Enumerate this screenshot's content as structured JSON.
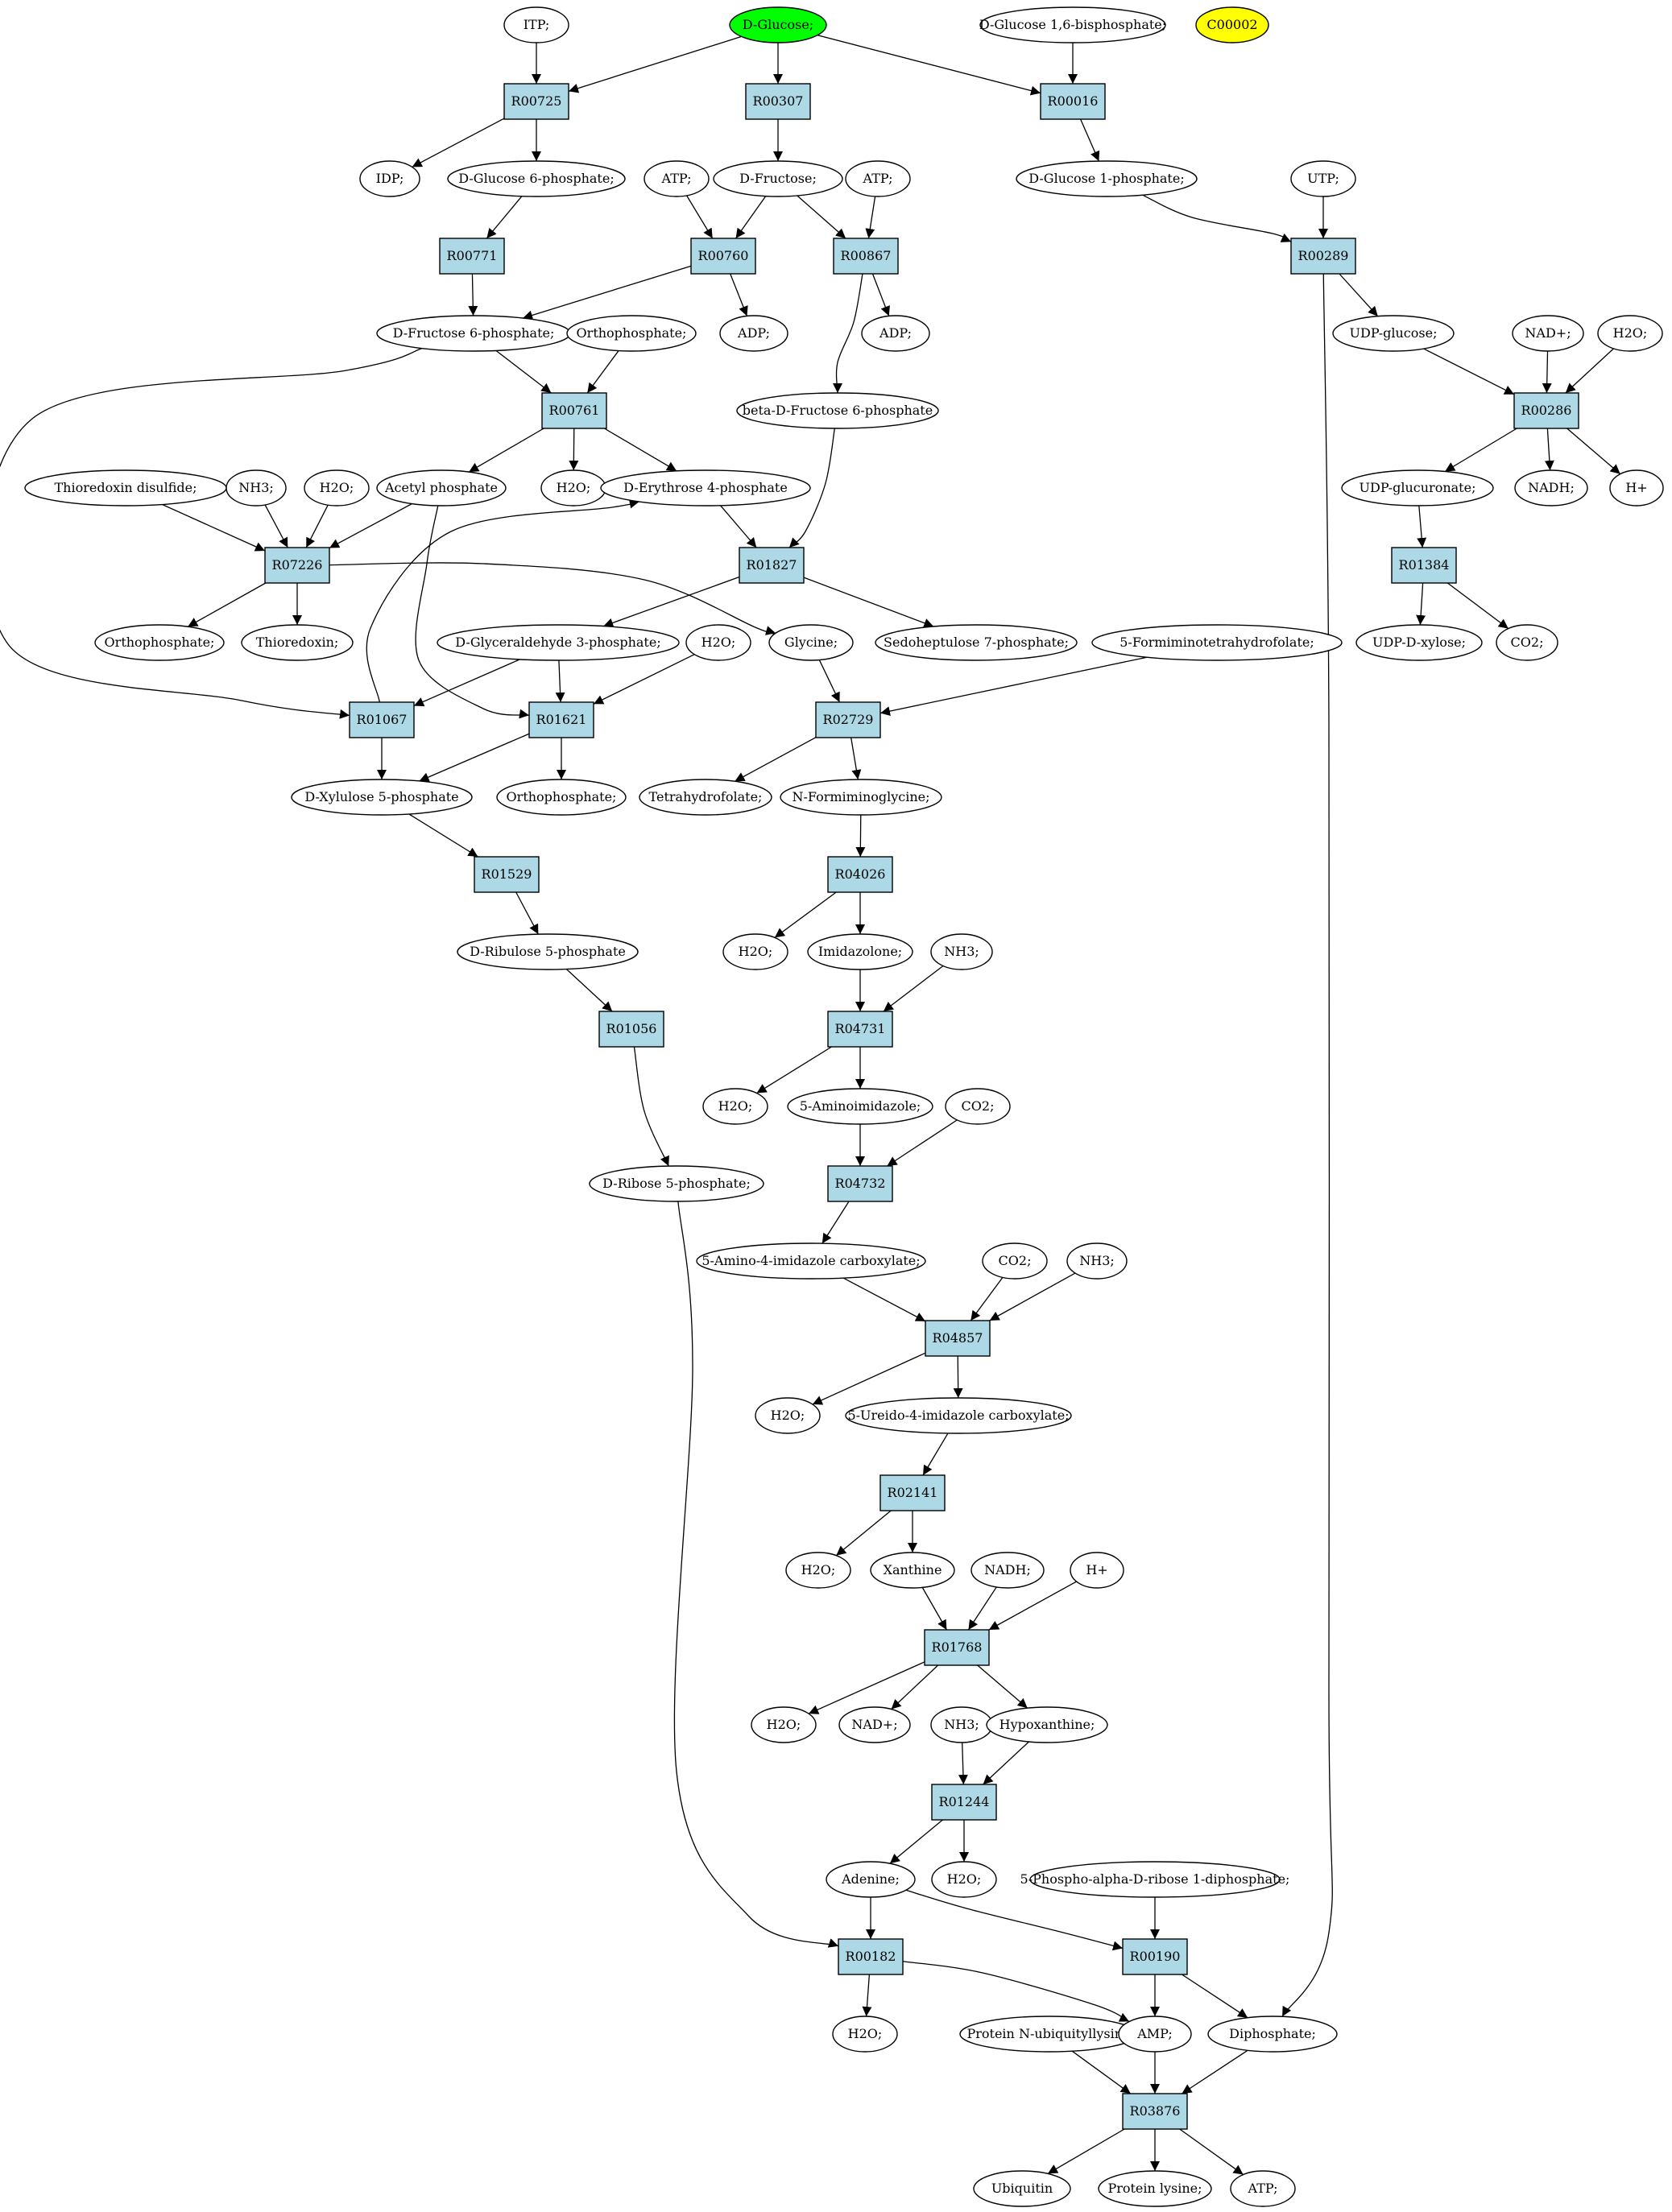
{
  "colors": {
    "reaction_fill": "#add8e6",
    "metabolite_fill": "#ffffff",
    "highlight_start": "#00ff00",
    "highlight_target": "#ffff00"
  },
  "reactions": [
    {
      "id": "r00725",
      "label": "R00725"
    },
    {
      "id": "r00307",
      "label": "R00307"
    },
    {
      "id": "r00016",
      "label": "R00016"
    },
    {
      "id": "r00771",
      "label": "R00771"
    },
    {
      "id": "r00760",
      "label": "R00760"
    },
    {
      "id": "r00867",
      "label": "R00867"
    },
    {
      "id": "r00289",
      "label": "R00289"
    },
    {
      "id": "r00761",
      "label": "R00761"
    },
    {
      "id": "r00286",
      "label": "R00286"
    },
    {
      "id": "r07226",
      "label": "R07226"
    },
    {
      "id": "r01827",
      "label": "R01827"
    },
    {
      "id": "r01384",
      "label": "R01384"
    },
    {
      "id": "r01067",
      "label": "R01067"
    },
    {
      "id": "r01621",
      "label": "R01621"
    },
    {
      "id": "r02729",
      "label": "R02729"
    },
    {
      "id": "r01529",
      "label": "R01529"
    },
    {
      "id": "r04026",
      "label": "R04026"
    },
    {
      "id": "r01056",
      "label": "R01056"
    },
    {
      "id": "r04731",
      "label": "R04731"
    },
    {
      "id": "r04732",
      "label": "R04732"
    },
    {
      "id": "r04857",
      "label": "R04857"
    },
    {
      "id": "r02141",
      "label": "R02141"
    },
    {
      "id": "r01768",
      "label": "R01768"
    },
    {
      "id": "r01244",
      "label": "R01244"
    },
    {
      "id": "r00182",
      "label": "R00182"
    },
    {
      "id": "r00190",
      "label": "R00190"
    },
    {
      "id": "r03876",
      "label": "R03876"
    }
  ],
  "metabolites": [
    {
      "id": "itp",
      "label": "ITP;"
    },
    {
      "id": "dglucose",
      "label": "D-Glucose;",
      "highlight": "start"
    },
    {
      "id": "dglc16bp",
      "label": "D-Glucose 1,6-bisphosphate;"
    },
    {
      "id": "c00002",
      "label": "C00002",
      "highlight": "target"
    },
    {
      "id": "idp",
      "label": "IDP;"
    },
    {
      "id": "dglc6p",
      "label": "D-Glucose 6-phosphate;"
    },
    {
      "id": "atp1",
      "label": "ATP;"
    },
    {
      "id": "dfructose",
      "label": "D-Fructose;"
    },
    {
      "id": "atp2",
      "label": "ATP;"
    },
    {
      "id": "dglc1p",
      "label": "D-Glucose 1-phosphate;"
    },
    {
      "id": "utp",
      "label": "UTP;"
    },
    {
      "id": "dfru6p",
      "label": "D-Fructose 6-phosphate;"
    },
    {
      "id": "ortho1",
      "label": "Orthophosphate;"
    },
    {
      "id": "adp1",
      "label": "ADP;"
    },
    {
      "id": "adp2",
      "label": "ADP;"
    },
    {
      "id": "udpglucose",
      "label": "UDP-glucose;"
    },
    {
      "id": "nadp1",
      "label": "NAD+;"
    },
    {
      "id": "h2o1",
      "label": "H2O;"
    },
    {
      "id": "betafru6p",
      "label": "beta-D-Fructose 6-phosphate"
    },
    {
      "id": "trxdis",
      "label": "Thioredoxin disulfide;"
    },
    {
      "id": "nh3a",
      "label": "NH3;"
    },
    {
      "id": "h2o2",
      "label": "H2O;"
    },
    {
      "id": "acetylp",
      "label": "Acetyl phosphate"
    },
    {
      "id": "h2o3",
      "label": "H2O;"
    },
    {
      "id": "e4p",
      "label": "D-Erythrose 4-phosphate"
    },
    {
      "id": "udpglcur",
      "label": "UDP-glucuronate;"
    },
    {
      "id": "nadh1",
      "label": "NADH;"
    },
    {
      "id": "hplus1",
      "label": "H+"
    },
    {
      "id": "ortho2",
      "label": "Orthophosphate;"
    },
    {
      "id": "trx",
      "label": "Thioredoxin;"
    },
    {
      "id": "g3p",
      "label": "D-Glyceraldehyde 3-phosphate;"
    },
    {
      "id": "h2o4",
      "label": "H2O;"
    },
    {
      "id": "glycine",
      "label": "Glycine;"
    },
    {
      "id": "s7p",
      "label": "Sedoheptulose 7-phosphate;"
    },
    {
      "id": "fthf",
      "label": "5-Formiminotetrahydrofolate;"
    },
    {
      "id": "udpxyl",
      "label": "UDP-D-xylose;"
    },
    {
      "id": "co2a",
      "label": "CO2;"
    },
    {
      "id": "x5p",
      "label": "D-Xylulose 5-phosphate"
    },
    {
      "id": "ortho3",
      "label": "Orthophosphate;"
    },
    {
      "id": "thf",
      "label": "Tetrahydrofolate;"
    },
    {
      "id": "nfgly",
      "label": "N-Formiminoglycine;"
    },
    {
      "id": "ru5p",
      "label": "D-Ribulose 5-phosphate"
    },
    {
      "id": "h2o5",
      "label": "H2O;"
    },
    {
      "id": "imidazolone",
      "label": "Imidazolone;"
    },
    {
      "id": "nh3b",
      "label": "NH3;"
    },
    {
      "id": "h2o6",
      "label": "H2O;"
    },
    {
      "id": "aminoimid",
      "label": "5-Aminoimidazole;"
    },
    {
      "id": "co2b",
      "label": "CO2;"
    },
    {
      "id": "r5p",
      "label": "D-Ribose 5-phosphate;"
    },
    {
      "id": "aicarb",
      "label": "5-Amino-4-imidazole carboxylate;"
    },
    {
      "id": "co2c",
      "label": "CO2;"
    },
    {
      "id": "nh3c",
      "label": "NH3;"
    },
    {
      "id": "h2o7",
      "label": "H2O;"
    },
    {
      "id": "uicarb",
      "label": "5-Ureido-4-imidazole carboxylate;"
    },
    {
      "id": "h2o8",
      "label": "H2O;"
    },
    {
      "id": "xanthine",
      "label": "Xanthine"
    },
    {
      "id": "nadh2",
      "label": "NADH;"
    },
    {
      "id": "hplus2",
      "label": "H+"
    },
    {
      "id": "h2o9",
      "label": "H2O;"
    },
    {
      "id": "nadp2",
      "label": "NAD+;"
    },
    {
      "id": "nh3d",
      "label": "NH3;"
    },
    {
      "id": "hypox",
      "label": "Hypoxanthine;"
    },
    {
      "id": "adenine",
      "label": "Adenine;"
    },
    {
      "id": "h2o10",
      "label": "H2O;"
    },
    {
      "id": "prpp",
      "label": "5-Phospho-alpha-D-ribose 1-diphosphate;"
    },
    {
      "id": "h2o11",
      "label": "H2O;"
    },
    {
      "id": "protubi",
      "label": "Protein N-ubiquityllysine"
    },
    {
      "id": "amp",
      "label": "AMP;"
    },
    {
      "id": "diphos",
      "label": "Diphosphate;"
    },
    {
      "id": "ubiquitin",
      "label": "Ubiquitin"
    },
    {
      "id": "protlys",
      "label": "Protein lysine;"
    },
    {
      "id": "atp3",
      "label": "ATP;"
    }
  ],
  "edges": [
    {
      "from": "itp",
      "to": "r00725"
    },
    {
      "from": "dglucose",
      "to": "r00725"
    },
    {
      "from": "dglucose",
      "to": "r00307"
    },
    {
      "from": "dglucose",
      "to": "r00016"
    },
    {
      "from": "dglc16bp",
      "to": "r00016"
    },
    {
      "from": "r00725",
      "to": "idp"
    },
    {
      "from": "r00725",
      "to": "dglc6p"
    },
    {
      "from": "r00307",
      "to": "dfructose"
    },
    {
      "from": "r00016",
      "to": "dglc1p"
    },
    {
      "from": "dglc6p",
      "to": "r00771"
    },
    {
      "from": "atp1",
      "to": "r00760"
    },
    {
      "from": "dfructose",
      "to": "r00760"
    },
    {
      "from": "dfructose",
      "to": "r00867"
    },
    {
      "from": "atp2",
      "to": "r00867"
    },
    {
      "from": "dglc1p",
      "to": "r00289"
    },
    {
      "from": "utp",
      "to": "r00289"
    },
    {
      "from": "r00771",
      "to": "dfru6p"
    },
    {
      "from": "r00760",
      "to": "dfru6p"
    },
    {
      "from": "r00760",
      "to": "adp1"
    },
    {
      "from": "r00867",
      "to": "adp2"
    },
    {
      "from": "r00867",
      "to": "betafru6p"
    },
    {
      "from": "r00289",
      "to": "udpglucose"
    },
    {
      "from": "r00289",
      "to": "diphos"
    },
    {
      "from": "dfru6p",
      "to": "r00761"
    },
    {
      "from": "ortho1",
      "to": "r00761"
    },
    {
      "from": "dfru6p",
      "to": "r01067"
    },
    {
      "from": "udpglucose",
      "to": "r00286"
    },
    {
      "from": "nadp1",
      "to": "r00286"
    },
    {
      "from": "h2o1",
      "to": "r00286"
    },
    {
      "from": "r00761",
      "to": "acetylp"
    },
    {
      "from": "r00761",
      "to": "h2o3"
    },
    {
      "from": "r00761",
      "to": "e4p"
    },
    {
      "from": "r00286",
      "to": "udpglcur"
    },
    {
      "from": "r00286",
      "to": "nadh1"
    },
    {
      "from": "r00286",
      "to": "hplus1"
    },
    {
      "from": "trxdis",
      "to": "r07226"
    },
    {
      "from": "nh3a",
      "to": "r07226"
    },
    {
      "from": "h2o2",
      "to": "r07226"
    },
    {
      "from": "acetylp",
      "to": "r07226"
    },
    {
      "from": "acetylp",
      "to": "r01621"
    },
    {
      "from": "e4p",
      "to": "r01827"
    },
    {
      "from": "betafru6p",
      "to": "r01827"
    },
    {
      "from": "udpglcur",
      "to": "r01384"
    },
    {
      "from": "r07226",
      "to": "ortho2"
    },
    {
      "from": "r07226",
      "to": "trx"
    },
    {
      "from": "r07226",
      "to": "glycine"
    },
    {
      "from": "r01827",
      "to": "g3p"
    },
    {
      "from": "r01827",
      "to": "s7p"
    },
    {
      "from": "r01384",
      "to": "udpxyl"
    },
    {
      "from": "r01384",
      "to": "co2a"
    },
    {
      "from": "g3p",
      "to": "r01067"
    },
    {
      "from": "g3p",
      "to": "r01621"
    },
    {
      "from": "h2o4",
      "to": "r01621"
    },
    {
      "from": "glycine",
      "to": "r02729"
    },
    {
      "from": "fthf",
      "to": "r02729"
    },
    {
      "from": "r01067",
      "to": "e4p"
    },
    {
      "from": "r01067",
      "to": "x5p"
    },
    {
      "from": "r01621",
      "to": "x5p"
    },
    {
      "from": "r01621",
      "to": "ortho3"
    },
    {
      "from": "r02729",
      "to": "thf"
    },
    {
      "from": "r02729",
      "to": "nfgly"
    },
    {
      "from": "x5p",
      "to": "r01529"
    },
    {
      "from": "nfgly",
      "to": "r04026"
    },
    {
      "from": "r01529",
      "to": "ru5p"
    },
    {
      "from": "r04026",
      "to": "h2o5"
    },
    {
      "from": "r04026",
      "to": "imidazolone"
    },
    {
      "from": "ru5p",
      "to": "r01056"
    },
    {
      "from": "imidazolone",
      "to": "r04731"
    },
    {
      "from": "nh3b",
      "to": "r04731"
    },
    {
      "from": "r04731",
      "to": "h2o6"
    },
    {
      "from": "r04731",
      "to": "aminoimid"
    },
    {
      "from": "r01056",
      "to": "r5p"
    },
    {
      "from": "aminoimid",
      "to": "r04732"
    },
    {
      "from": "co2b",
      "to": "r04732"
    },
    {
      "from": "r04732",
      "to": "aicarb"
    },
    {
      "from": "aicarb",
      "to": "r04857"
    },
    {
      "from": "co2c",
      "to": "r04857"
    },
    {
      "from": "nh3c",
      "to": "r04857"
    },
    {
      "from": "r04857",
      "to": "h2o7"
    },
    {
      "from": "r04857",
      "to": "uicarb"
    },
    {
      "from": "uicarb",
      "to": "r02141"
    },
    {
      "from": "r02141",
      "to": "h2o8"
    },
    {
      "from": "r02141",
      "to": "xanthine"
    },
    {
      "from": "xanthine",
      "to": "r01768"
    },
    {
      "from": "nadh2",
      "to": "r01768"
    },
    {
      "from": "hplus2",
      "to": "r01768"
    },
    {
      "from": "r01768",
      "to": "h2o9"
    },
    {
      "from": "r01768",
      "to": "nadp2"
    },
    {
      "from": "r01768",
      "to": "hypox"
    },
    {
      "from": "nh3d",
      "to": "r01244"
    },
    {
      "from": "hypox",
      "to": "r01244"
    },
    {
      "from": "r01244",
      "to": "adenine"
    },
    {
      "from": "r01244",
      "to": "h2o10"
    },
    {
      "from": "adenine",
      "to": "r00182"
    },
    {
      "from": "r5p",
      "to": "r00182"
    },
    {
      "from": "adenine",
      "to": "r00190"
    },
    {
      "from": "prpp",
      "to": "r00190"
    },
    {
      "from": "r00182",
      "to": "h2o11"
    },
    {
      "from": "r00182",
      "to": "amp"
    },
    {
      "from": "r00190",
      "to": "amp"
    },
    {
      "from": "r00190",
      "to": "diphos"
    },
    {
      "from": "protubi",
      "to": "r03876"
    },
    {
      "from": "amp",
      "to": "r03876"
    },
    {
      "from": "diphos",
      "to": "r03876"
    },
    {
      "from": "r03876",
      "to": "ubiquitin"
    },
    {
      "from": "r03876",
      "to": "protlys"
    },
    {
      "from": "r03876",
      "to": "atp3"
    }
  ]
}
